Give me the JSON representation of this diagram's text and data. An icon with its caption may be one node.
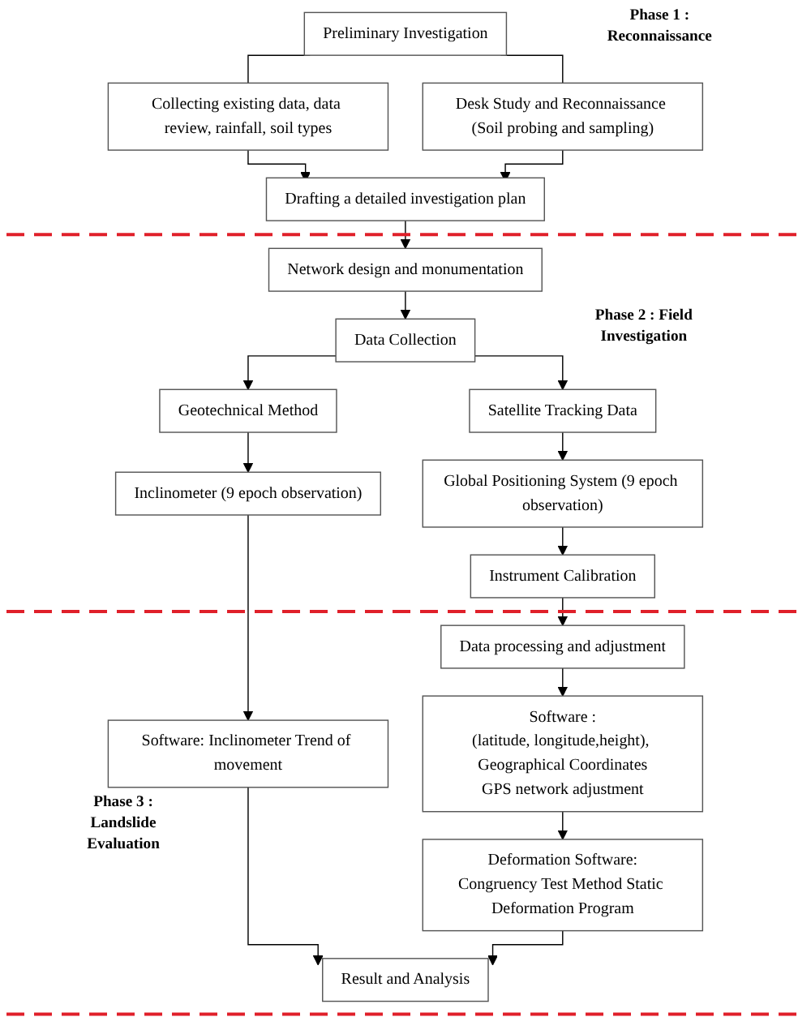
{
  "diagram": {
    "nodes": [
      {
        "text": [
          "Preliminary Investigation"
        ]
      },
      {
        "text": [
          "Collecting existing data, data review, rainfall, soil types"
        ]
      },
      {
        "text": [
          "Desk Study and Reconnaissance (Soil probing and sampling)"
        ]
      },
      {
        "text": [
          "Drafting a detailed investigation plan"
        ]
      },
      {
        "text": [
          "Network design and monumentation"
        ]
      },
      {
        "text": [
          "Data Collection"
        ]
      },
      {
        "text": [
          "Geotechnical Method"
        ]
      },
      {
        "text": [
          "Satellite Tracking Data"
        ]
      },
      {
        "text": [
          "Inclinometer (9 epoch observation)"
        ]
      },
      {
        "text": [
          "Global Positioning System (9 epoch observation)"
        ]
      },
      {
        "text": [
          "Instrument Calibration"
        ]
      },
      {
        "text": [
          "Data processing and adjustment"
        ]
      },
      {
        "text": [
          "Software: Inclinometer Trend of movement"
        ]
      },
      {
        "text": [
          "Software :",
          "(latitude, longitude,height), Geographical Coordinates",
          "GPS network adjustment"
        ]
      },
      {
        "text": [
          "Deformation Software:",
          "Congruency Test Method Static Deformation Program"
        ]
      },
      {
        "text": [
          "Result and Analysis"
        ]
      }
    ],
    "edges": [
      {
        "from": 0,
        "to": 1,
        "arrow": "none"
      },
      {
        "from": 0,
        "to": 2,
        "arrow": "none"
      },
      {
        "from": 1,
        "to": 3,
        "arrow": "to"
      },
      {
        "from": 2,
        "to": 3,
        "arrow": "to"
      },
      {
        "from": 3,
        "to": 4,
        "arrow": "to"
      },
      {
        "from": 4,
        "to": 5,
        "arrow": "to"
      },
      {
        "from": 5,
        "to": 6,
        "arrow": "to"
      },
      {
        "from": 5,
        "to": 7,
        "arrow": "to"
      },
      {
        "from": 6,
        "to": 8,
        "arrow": "to"
      },
      {
        "from": 7,
        "to": 9,
        "arrow": "to"
      },
      {
        "from": 9,
        "to": 10,
        "arrow": "to"
      },
      {
        "from": 10,
        "to": 11,
        "arrow": "to"
      },
      {
        "from": 8,
        "to": 12,
        "arrow": "to"
      },
      {
        "from": 11,
        "to": 13,
        "arrow": "to"
      },
      {
        "from": 13,
        "to": 14,
        "arrow": "to"
      },
      {
        "from": 12,
        "to": 15,
        "arrow": "to"
      },
      {
        "from": 14,
        "to": 15,
        "arrow": "to"
      }
    ],
    "labels": [
      "Phase 1 : Reconnaissance",
      "Phase 2 : Field Investigation",
      "Phase 3 : Landslide Evaluation"
    ]
  }
}
